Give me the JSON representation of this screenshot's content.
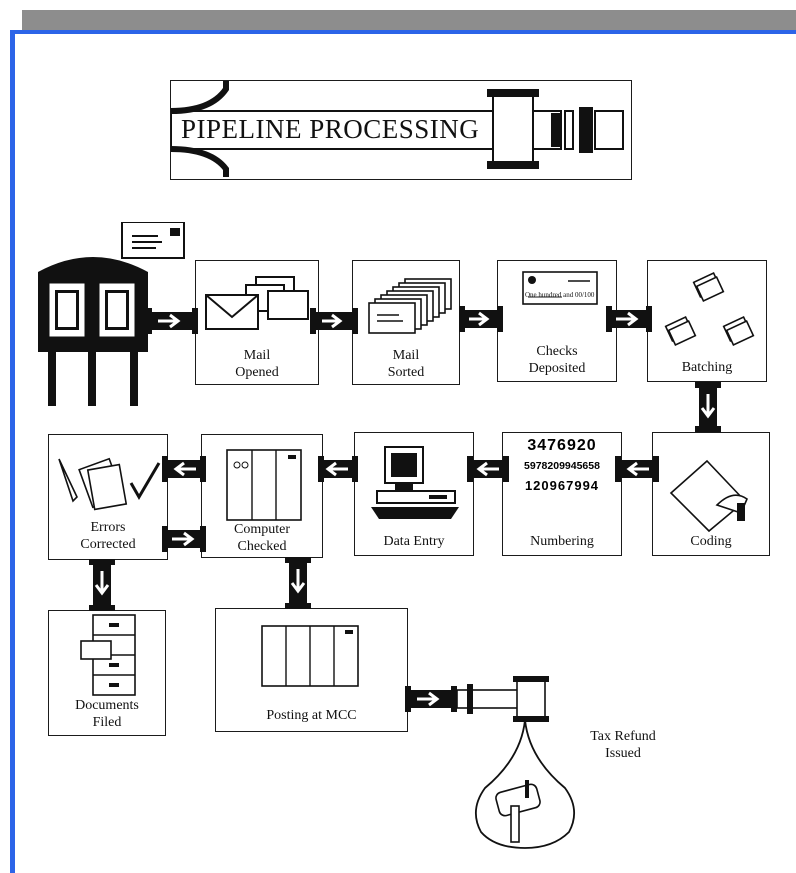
{
  "title": "PIPELINE PROCESSING",
  "steps": {
    "mail_opened": "Mail\nOpened",
    "mail_sorted": "Mail\nSorted",
    "checks_deposited": "Checks\nDeposited",
    "batching": "Batching",
    "coding": "Coding",
    "numbering": "Numbering",
    "data_entry": "Data Entry",
    "computer_checked": "Computer\nChecked",
    "errors_corrected": "Errors\nCorrected",
    "documents_filed": "Documents\nFiled",
    "posting_at_mcc": "Posting at MCC",
    "tax_refund_issued": "Tax Refund\nIssued"
  },
  "numbers": [
    "3476920",
    "5978209945658",
    "120967994"
  ],
  "check": {
    "amount_words": "One hundred and 00/100"
  },
  "colors": {
    "frame_blue": "#2c64e8",
    "frame_gray": "#8d8d8d",
    "ink": "#111111"
  }
}
